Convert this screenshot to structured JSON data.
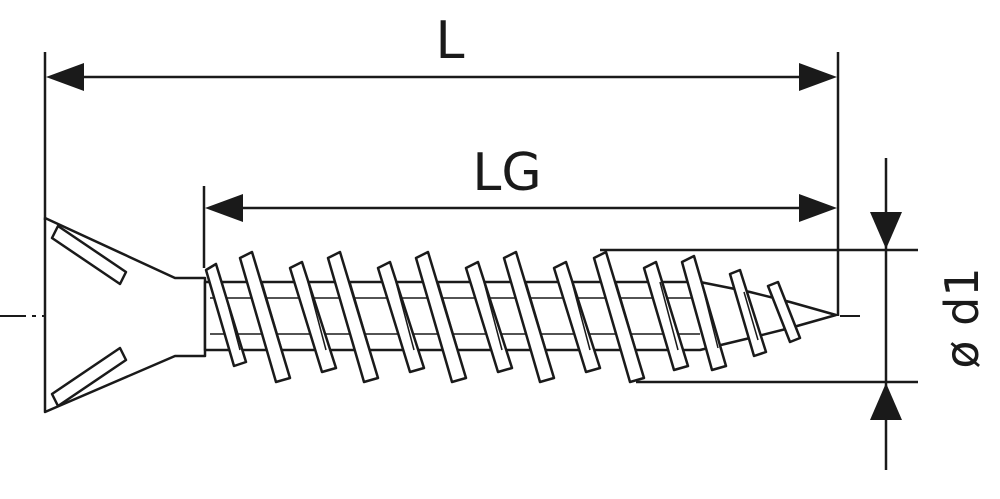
{
  "diagram": {
    "labels": {
      "overall_length": "L",
      "thread_length": "LG",
      "thread_diameter": "ø d1"
    },
    "colors": {
      "ink": "#1a1a1a",
      "background": "#ffffff"
    }
  }
}
